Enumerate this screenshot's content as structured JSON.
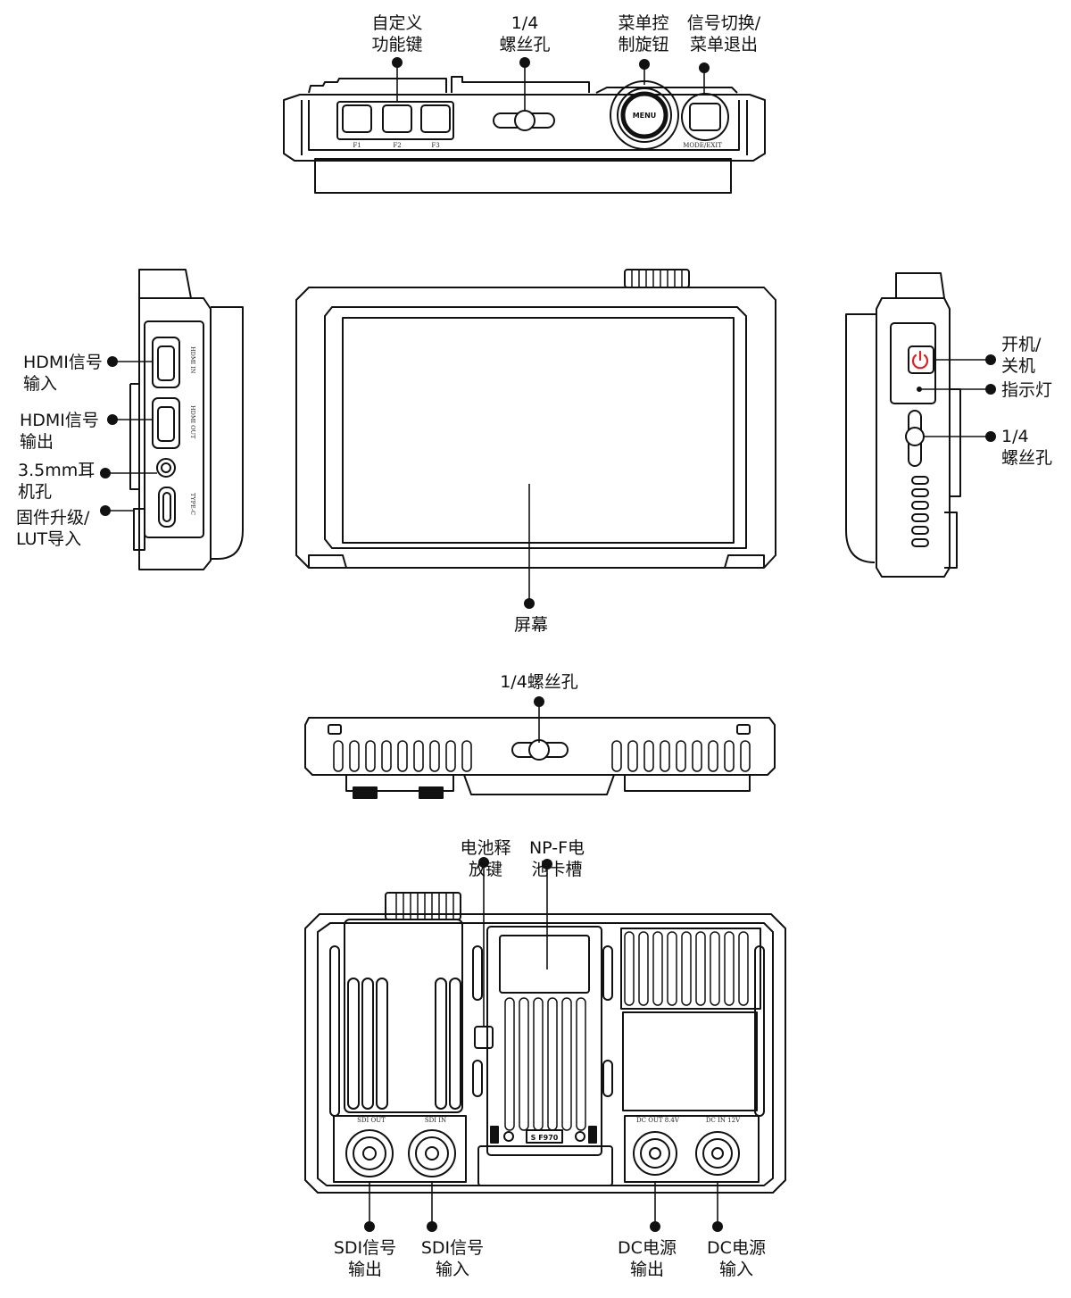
{
  "labels": {
    "top_custom_keys": [
      "自定义",
      "功能键"
    ],
    "top_screw_hole": [
      "1/4",
      "螺丝孔"
    ],
    "top_menu_knob": [
      "菜单控",
      "制旋钮"
    ],
    "top_mode_exit": [
      "信号切换/",
      "菜单退出"
    ],
    "hdmi_in": [
      "HDMI信号",
      "输入"
    ],
    "hdmi_out": [
      "HDMI信号",
      "输出"
    ],
    "headphone": [
      "3.5mm耳",
      "机孔"
    ],
    "firmware": [
      "固件升级/",
      "LUT导入"
    ],
    "screen": "屏幕",
    "power": [
      "开机/",
      "关机"
    ],
    "indicator": "指示灯",
    "right_screw_hole": [
      "1/4",
      "螺丝孔"
    ],
    "bottom_screw_hole": "1/4螺丝孔",
    "battery_release": [
      "电池释",
      "放键"
    ],
    "battery_slot": [
      "NP-F电",
      "池卡槽"
    ],
    "sdi_out": [
      "SDI信号",
      "输出"
    ],
    "sdi_in": [
      "SDI信号",
      "输入"
    ],
    "dc_out": [
      "DC电源",
      "输出"
    ],
    "dc_in": [
      "DC电源",
      "输入"
    ]
  },
  "device_prints": {
    "f1": "F1",
    "f2": "F2",
    "f3": "F3",
    "menu": "MENU",
    "mode_exit": "MODE/EXIT",
    "hdmi_in": "HDMI IN",
    "hdmi_out": "HDMI OUT",
    "type_c": "TYPE-C",
    "sdi_out": "SDI OUT",
    "sdi_in": "SDI IN",
    "dc_out": "DC OUT 8.4V",
    "dc_in": "DC IN 12V",
    "battery_plate": "S F970"
  },
  "colors": {
    "line": "#111111",
    "power_red": "#e02020"
  }
}
